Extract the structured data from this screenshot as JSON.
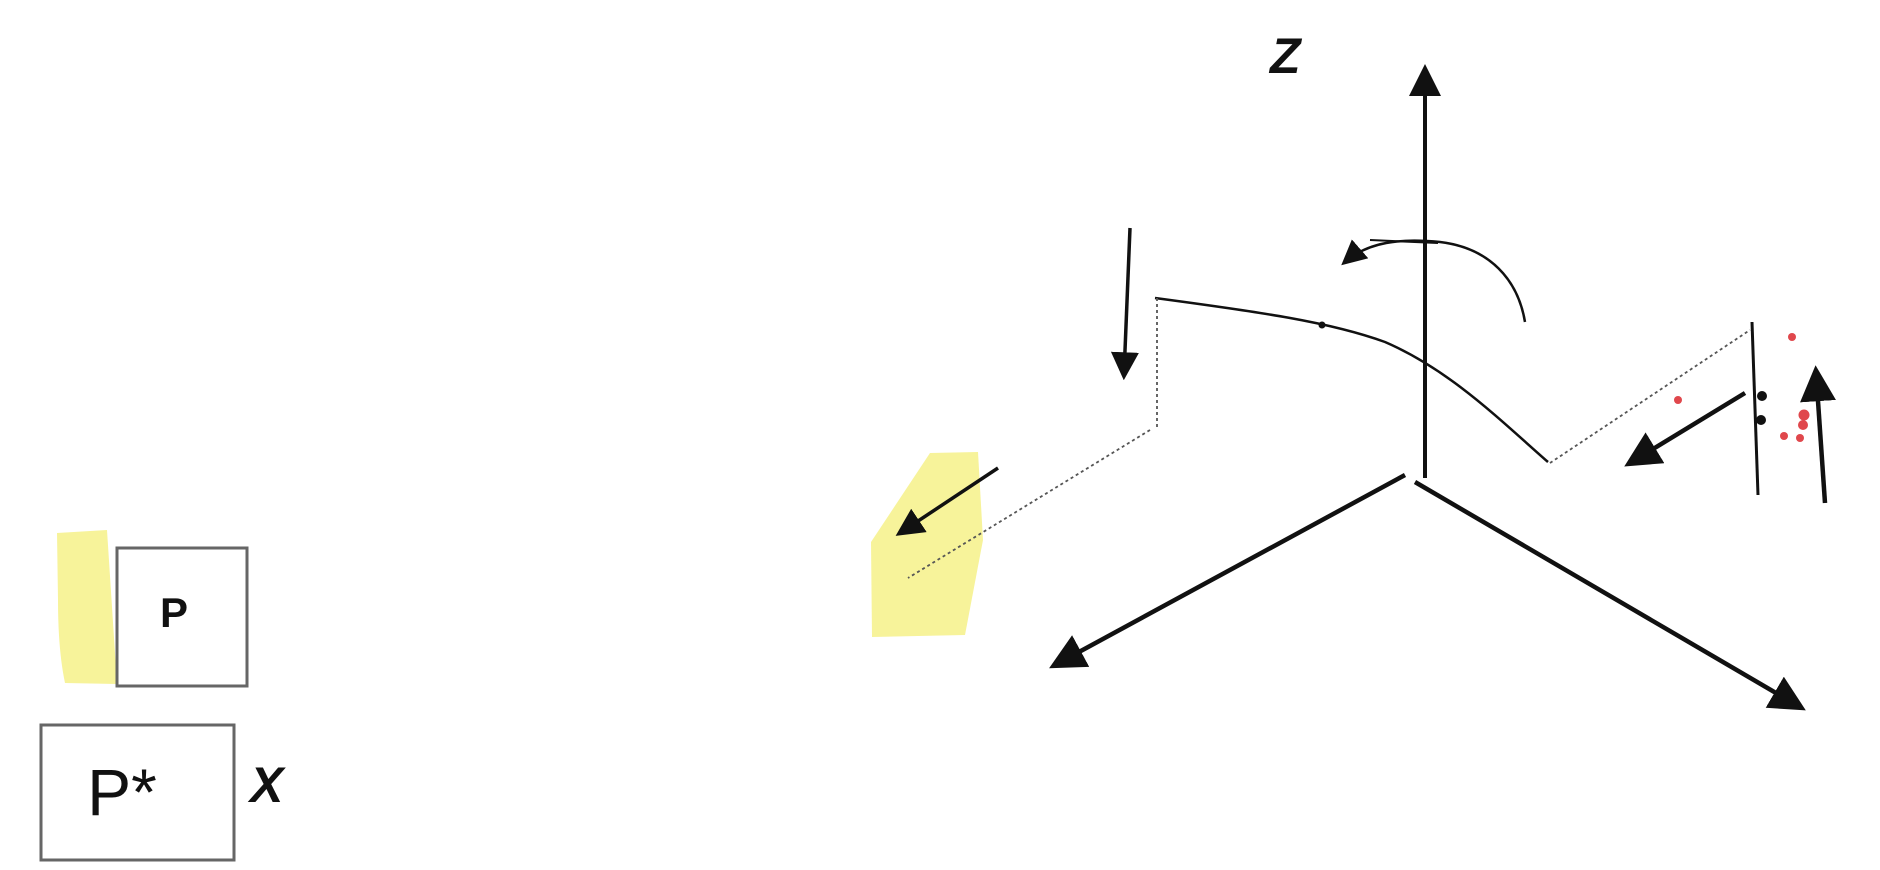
{
  "axes": {
    "z_label": "Z",
    "x_label": "X"
  },
  "boxes": {
    "p_label": "P",
    "p_star_label": "P*"
  },
  "colors": {
    "stroke": "#111111",
    "highlight": "#f7f39a",
    "marks": "#e0474c",
    "box_border": "#666666"
  }
}
